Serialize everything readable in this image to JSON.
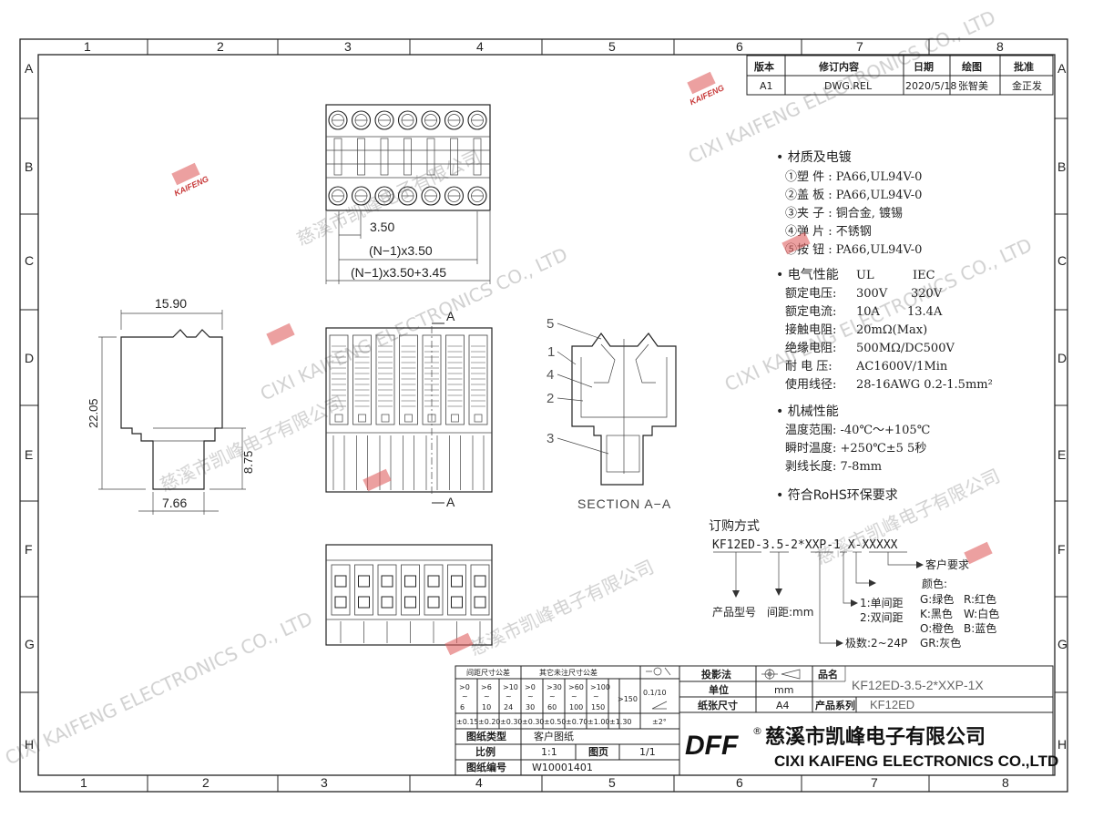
{
  "zones": {
    "columns": [
      "1",
      "2",
      "3",
      "4",
      "5",
      "6",
      "7",
      "8"
    ],
    "rows": [
      "A",
      "B",
      "C",
      "D",
      "E",
      "F",
      "G",
      "H"
    ]
  },
  "revision_table": {
    "headers": [
      "版本",
      "修订内容",
      "日期",
      "绘图",
      "批准"
    ],
    "row": [
      "A1",
      "DWG.REL",
      "2020/5/18",
      "张智美",
      "金正发"
    ]
  },
  "dimensions": {
    "pitch": "3.50",
    "n_pitch": "(N−1)x3.50",
    "n_pitch_total": "(N−1)x3.50+3.45",
    "width": "15.90",
    "height": "22.05",
    "lower_height": "8.75",
    "lower_width": "7.66"
  },
  "section": {
    "label": "SECTION  A−A",
    "marker": "A",
    "callouts": [
      "5",
      "1",
      "4",
      "2",
      "3"
    ]
  },
  "specs": {
    "materials_title": "• 材质及电镀",
    "materials": [
      "①塑 件 : PA66,UL94V-0",
      "②盖 板 : PA66,UL94V-0",
      "③夹 子 : 铜合金, 镀锡",
      "④弹 片 : 不锈钢",
      "⑤按 钮 : PA66,UL94V-0"
    ],
    "electrical_title": "• 电气性能",
    "electrical_header": [
      "UL",
      "IEC"
    ],
    "electrical": [
      {
        "label": "额定电压:",
        "ul": "300V",
        "iec": "320V"
      },
      {
        "label": "额定电流:",
        "ul": "10A",
        "iec": "13.4A"
      },
      {
        "label": "接触电阻:",
        "ul": "20mΩ(Max)",
        "iec": ""
      },
      {
        "label": "绝缘电阻:",
        "ul": "500MΩ/DC500V",
        "iec": ""
      },
      {
        "label": "耐 电 压:",
        "ul": "AC1600V/1Min",
        "iec": ""
      },
      {
        "label": "使用线径:",
        "ul": "28-16AWG   0.2-1.5mm²",
        "iec": ""
      }
    ],
    "mechanical_title": "• 机械性能",
    "mechanical": [
      "温度范围: -40℃～+105℃",
      "瞬时温度: +250℃±5  5秒",
      "剥线长度: 7-8mm"
    ],
    "rohs": "• 符合RoHS环保要求"
  },
  "ordering": {
    "title": "订购方式",
    "code": "KF12ED-3.5-2*XXP-1 X-XXXXX",
    "customer": "客户要求",
    "color_title": "颜色:",
    "colors_left": [
      "G:绿色",
      "K:黑色",
      "O:橙色",
      "GR:灰色"
    ],
    "colors_right": [
      "R:红色",
      "W:白色",
      "B:蓝色"
    ],
    "spacing": [
      "1:单间距",
      "2:双间距"
    ],
    "poles": "极数:2~24P",
    "model": "产品型号",
    "pitch": "间距:mm"
  },
  "tolerance_table": {
    "header_left": "间距尺寸公差",
    "header_right": "其它未注尺寸公差",
    "range_top": [
      ">0",
      ">6",
      ">10",
      ">0",
      ">30",
      ">60",
      ">100"
    ],
    "range_bottom": [
      "6",
      "10",
      "24",
      "30",
      "60",
      "100",
      "150"
    ],
    "over": ">150",
    "values": [
      "±0.15",
      "±0.20",
      "±0.30",
      "±0.30",
      "±0.50",
      "±0.70",
      "±1.00",
      "±1.30"
    ],
    "angle_top": "0.1/10",
    "angle_bottom": "±2°"
  },
  "title_block": {
    "projection_label": "投影法",
    "unit_label": "单位",
    "unit": "mm",
    "paper_label": "纸张尺寸",
    "paper": "A4",
    "name_label": "品名",
    "name": "KF12ED-3.5-2*XXP-1X",
    "series_label": "产品系列",
    "series": "KF12ED",
    "type_label": "图纸类型",
    "type": "客户图纸",
    "scale_label": "比例",
    "scale": "1:1",
    "page_label": "图页",
    "page": "1/1",
    "number_label": "图纸编号",
    "number": "W10001401",
    "company_cn": "慈溪市凯峰电子有限公司",
    "company_en": "CIXI KAIFENG ELECTRONICS CO.,LTD",
    "logo": "DFF",
    "logo_sub": "KAIFENG",
    "reg": "®"
  },
  "watermark": {
    "cn": "慈溪市凯峰电子有限公司",
    "en": "CIXI KAIFENG ELECTRONICS CO., LTD"
  }
}
